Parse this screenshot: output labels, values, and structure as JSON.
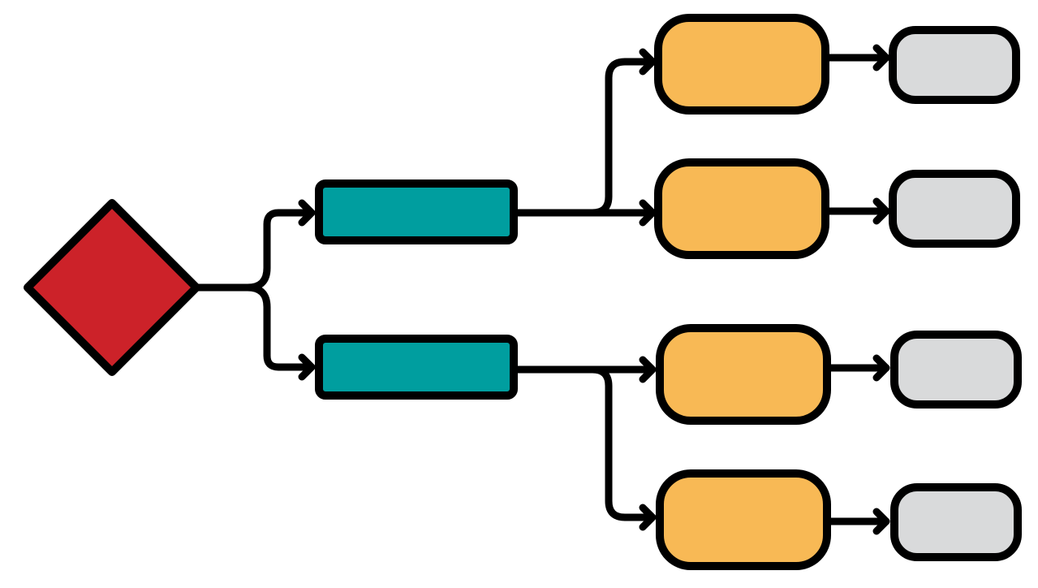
{
  "diagram": {
    "colors": {
      "root": "#cc2229",
      "level1": "#009e9f",
      "level2": "#f8b955",
      "level3": "#d9dadb",
      "stroke": "#000000",
      "background": "#ffffff"
    },
    "nodes": [
      {
        "id": "root",
        "shape": "diamond",
        "label": ""
      },
      {
        "id": "branch-top",
        "shape": "rectangle",
        "label": ""
      },
      {
        "id": "branch-bottom",
        "shape": "rectangle",
        "label": ""
      },
      {
        "id": "leaf-1",
        "shape": "rounded-rectangle",
        "label": ""
      },
      {
        "id": "leaf-2",
        "shape": "rounded-rectangle",
        "label": ""
      },
      {
        "id": "leaf-3",
        "shape": "rounded-rectangle",
        "label": ""
      },
      {
        "id": "leaf-4",
        "shape": "rounded-rectangle",
        "label": ""
      },
      {
        "id": "end-1",
        "shape": "rounded-rectangle",
        "label": ""
      },
      {
        "id": "end-2",
        "shape": "rounded-rectangle",
        "label": ""
      },
      {
        "id": "end-3",
        "shape": "rounded-rectangle",
        "label": ""
      },
      {
        "id": "end-4",
        "shape": "rounded-rectangle",
        "label": ""
      }
    ],
    "edges": [
      {
        "from": "root",
        "to": "branch-top"
      },
      {
        "from": "root",
        "to": "branch-bottom"
      },
      {
        "from": "branch-top",
        "to": "leaf-1"
      },
      {
        "from": "branch-top",
        "to": "leaf-2"
      },
      {
        "from": "branch-bottom",
        "to": "leaf-3"
      },
      {
        "from": "branch-bottom",
        "to": "leaf-4"
      },
      {
        "from": "leaf-1",
        "to": "end-1"
      },
      {
        "from": "leaf-2",
        "to": "end-2"
      },
      {
        "from": "leaf-3",
        "to": "end-3"
      },
      {
        "from": "leaf-4",
        "to": "end-4"
      }
    ]
  }
}
